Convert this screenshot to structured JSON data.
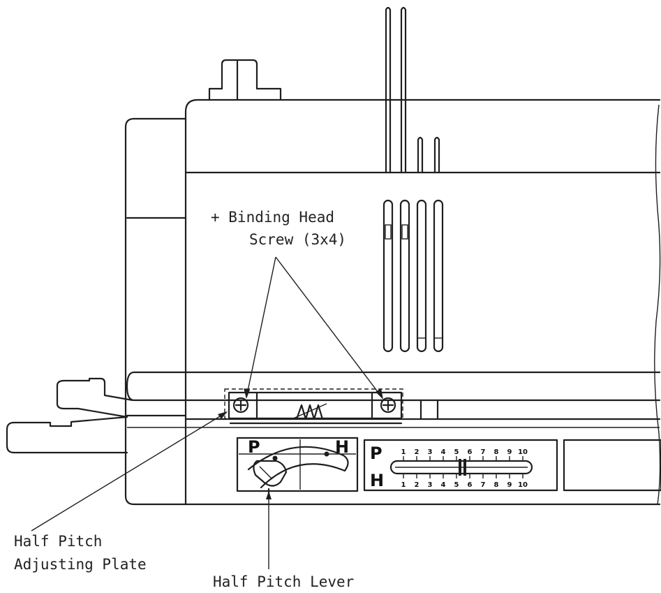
{
  "labels": {
    "screw_line1": "+ Binding Head",
    "screw_line2": "Screw (3x4)",
    "plate_line1": "Half Pitch",
    "plate_line2": "Adjusting Plate",
    "lever": "Half Pitch Lever"
  },
  "dial": {
    "p": "P",
    "h": "H"
  },
  "scale": {
    "p_letter": "P",
    "h_letter": "H",
    "p_ticks": [
      "1",
      "2",
      "3",
      "4",
      "5",
      "6",
      "7",
      "8",
      "9",
      "10"
    ],
    "h_ticks": [
      "1",
      "2",
      "3",
      "4",
      "5",
      "6",
      "7",
      "8",
      "9",
      "10"
    ]
  }
}
